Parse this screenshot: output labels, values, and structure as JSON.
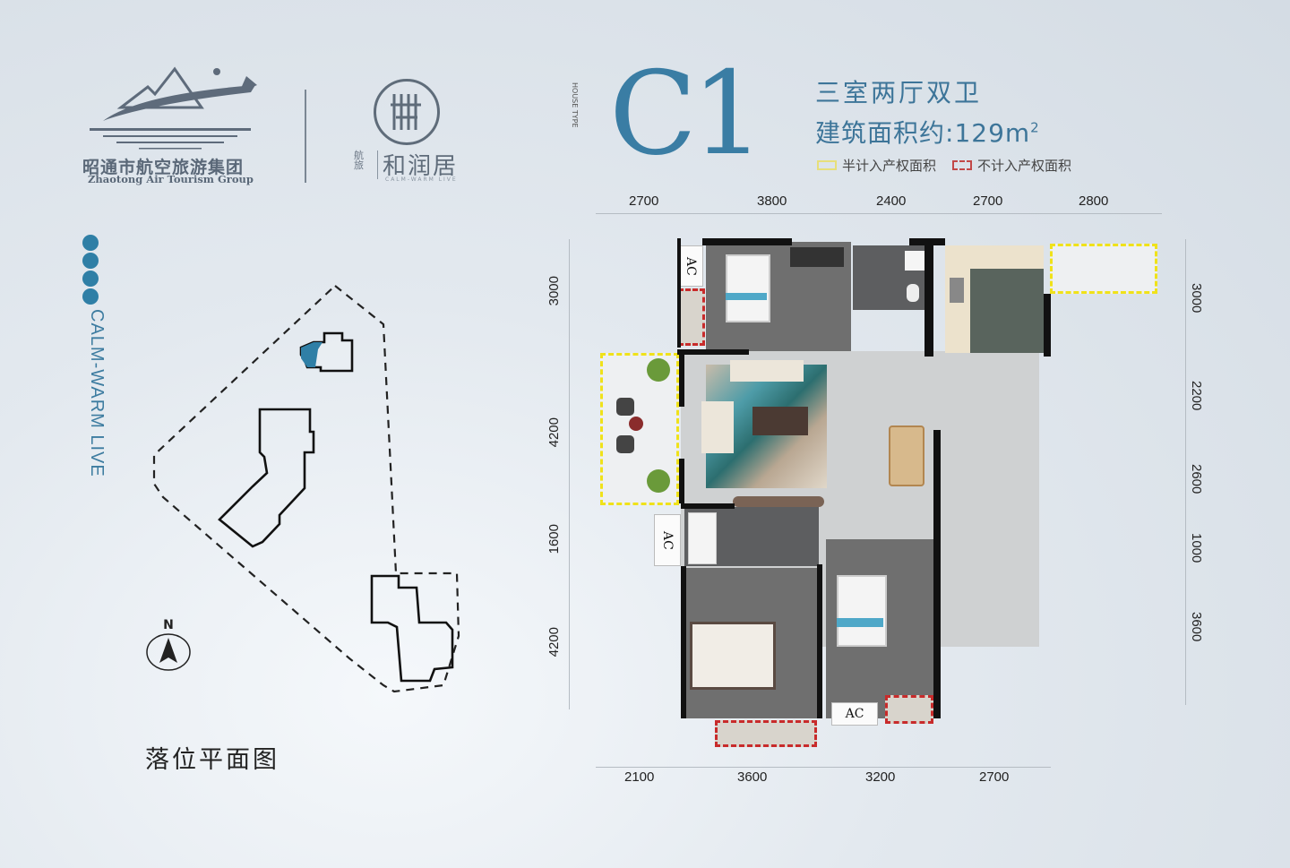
{
  "brand": {
    "company_cn": "昭通市航空旅游集团",
    "company_en": "Zhaotong Air Tourism Group",
    "project_prefix": "航旅",
    "project_cn": "和润居",
    "project_en": "CALM-WARM LIVE",
    "vertical_slogan": "CALM-WARM LIVE"
  },
  "site_plan": {
    "caption": "落位平面图",
    "north_label": "N",
    "highlight_color": "#2f7fa6"
  },
  "unit": {
    "house_type_label": "HOUSE TYPE",
    "code": "C1",
    "layout": "三室两厅双卫",
    "area_label": "建筑面积约:",
    "area_value": "129m",
    "area_unit_sup": "2",
    "legend": [
      {
        "label": "半计入产权面积",
        "color": "#e7df7a"
      },
      {
        "label": "不计入产权面积",
        "color": "#c24848"
      }
    ]
  },
  "dimensions": {
    "top": [
      "2700",
      "3800",
      "2400",
      "2700",
      "2800"
    ],
    "bottom": [
      "2100",
      "3600",
      "3200",
      "2700"
    ],
    "left": [
      "3000",
      "4200",
      "1600",
      "4200"
    ],
    "right": [
      "3000",
      "2200",
      "2600",
      "1000",
      "3600"
    ]
  },
  "floorplan": {
    "ac_labels": [
      "AC",
      "AC",
      "AC"
    ]
  },
  "colors": {
    "accent": "#3a7da4",
    "text_dark": "#222222"
  }
}
